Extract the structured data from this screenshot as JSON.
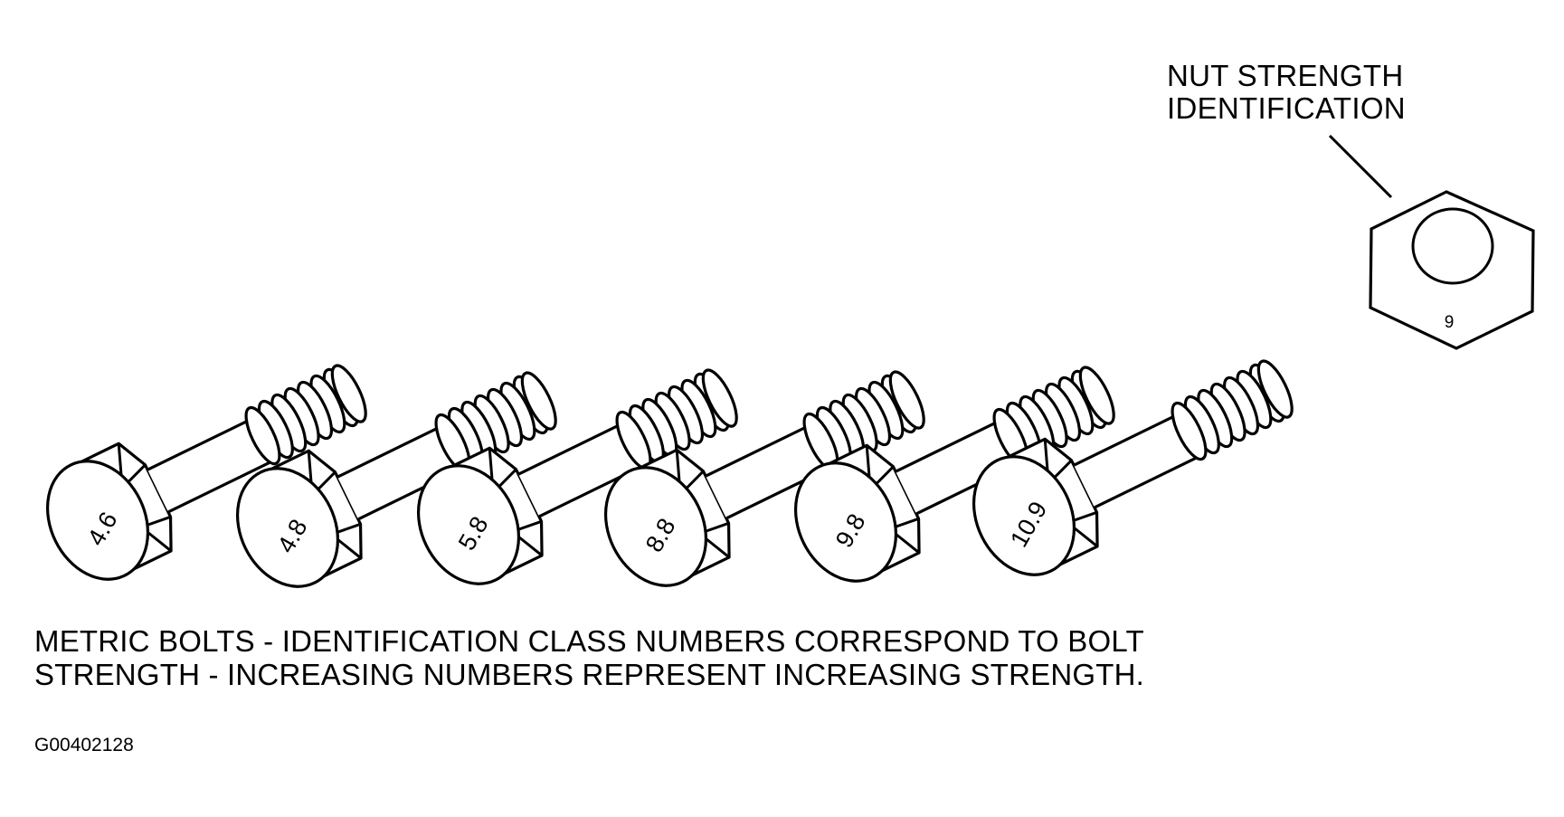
{
  "nut_callout": {
    "line1": "NUT STRENGTH",
    "line2": "IDENTIFICATION",
    "nut_mark": "9"
  },
  "bolts": [
    {
      "class_number": "4.6"
    },
    {
      "class_number": "4.8"
    },
    {
      "class_number": "5.8"
    },
    {
      "class_number": "8.8"
    },
    {
      "class_number": "9.8"
    },
    {
      "class_number": "10.9"
    }
  ],
  "caption": {
    "line1": "METRIC BOLTS - IDENTIFICATION CLASS NUMBERS CORRESPOND TO BOLT",
    "line2": "STRENGTH - INCREASING NUMBERS REPRESENT INCREASING STRENGTH."
  },
  "figure_id": "G00402128"
}
